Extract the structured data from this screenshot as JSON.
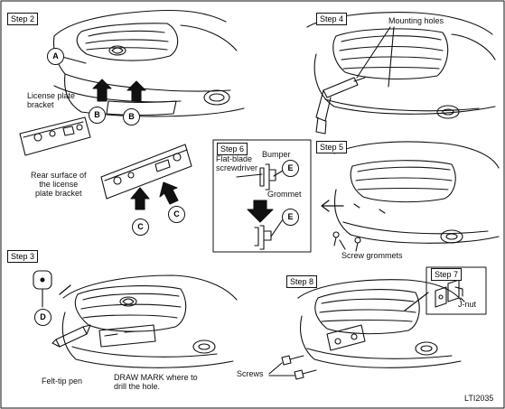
{
  "steps": {
    "step2": "Step 2",
    "step3": "Step 3",
    "step4": "Step 4",
    "step5": "Step 5",
    "step6": "Step 6",
    "step7": "Step 7",
    "step8": "Step 8"
  },
  "callouts": {
    "a": "A",
    "b1": "B",
    "b2": "B",
    "c1": "C",
    "c2": "C",
    "d": "D",
    "e1": "E",
    "e2": "E"
  },
  "labels": {
    "license_plate_bracket_1": "License plate",
    "license_plate_bracket_2": "bracket",
    "rear_surface_1": "Rear surface of",
    "rear_surface_2": "the license",
    "rear_surface_3": "plate bracket",
    "mounting_holes": "Mounting holes",
    "flat_blade_1": "Flat-blade",
    "flat_blade_2": "screwdriver",
    "bumper": "Bumper",
    "grommet": "Grommet",
    "screw_grommets": "Screw grommets",
    "felt_tip_pen": "Felt-tip pen",
    "draw_mark_1": "DRAW MARK where to",
    "draw_mark_2": "drill the hole.",
    "j_nut": "J-nut",
    "screws": "Screws",
    "figure_id": "LTI2035"
  }
}
